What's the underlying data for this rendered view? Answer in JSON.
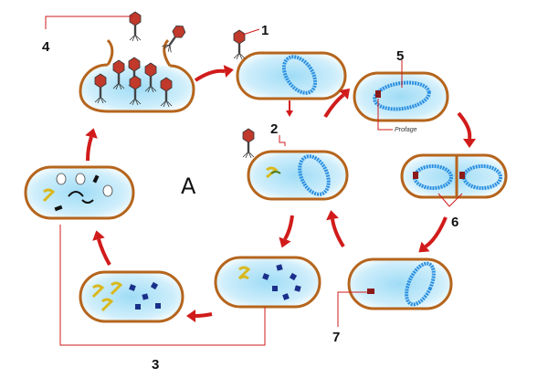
{
  "labels": {
    "n1": "1",
    "n2": "2",
    "n3": "3",
    "n4": "4",
    "n5": "5",
    "n6": "6",
    "n7": "7",
    "center": "A",
    "profage": "Profage"
  },
  "colors": {
    "cell_outline": "#b5651d",
    "cytoplasm": "#bfe6f7",
    "dna": "#2a8fe0",
    "arrow": "#d11b1b",
    "leader": "#d11b1b",
    "protein": "#1a2f8a",
    "phage_head": "#c0392b",
    "phage_dna_yellow": "#d9b81c"
  },
  "icons": {
    "phage": "bacteriophage-icon",
    "arrow": "cycle-arrow-icon"
  }
}
